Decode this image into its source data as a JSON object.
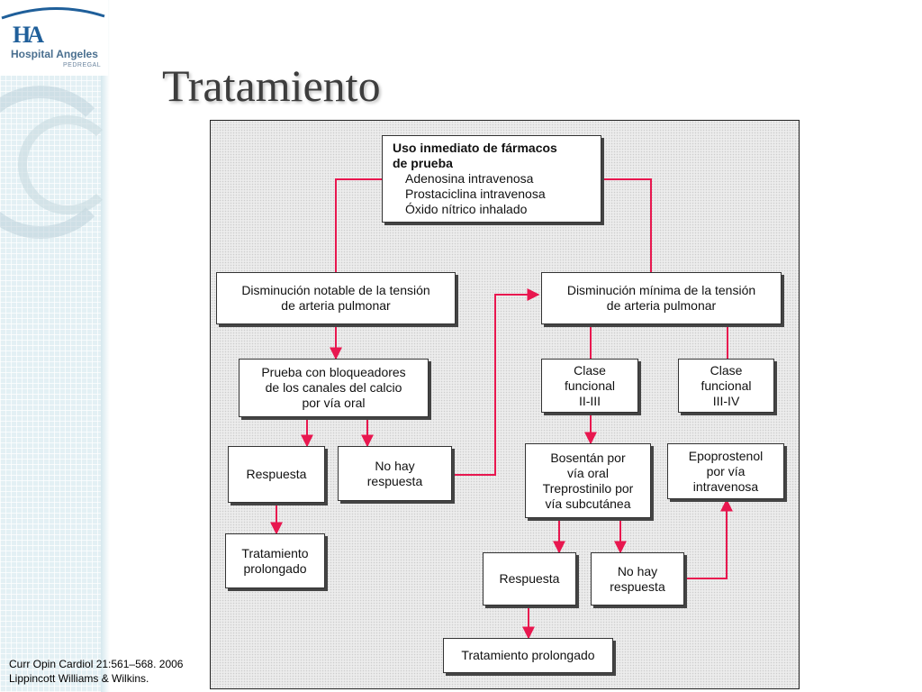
{
  "slide": {
    "title": "Tratamiento",
    "citation": {
      "line1": "Curr Opin Cardiol 21:561–568.  2006",
      "line2": "Lippincott Williams & Wilkins."
    },
    "logo": {
      "mark": "HA",
      "name": "Hospital Angeles",
      "sub": "PEDREGAL",
      "color": "#1f5f9a"
    }
  },
  "diagram": {
    "arrow_color": "#e8174f",
    "nodes": {
      "test_drugs": {
        "title1": "Uso inmediato de fármacos",
        "title2": "de prueba",
        "items": [
          "Adenosina intravenosa",
          "Prostaciclina intravenosa",
          "Óxido nítrico inhalado"
        ]
      },
      "notable_drop": [
        "Disminución notable de la tensión",
        "de arteria pulmonar"
      ],
      "minimal_drop": [
        "Disminución mínima de la tensión",
        "de arteria pulmonar"
      ],
      "calcium_test": [
        "Prueba con bloqueadores",
        "de los canales del calcio",
        "por vía oral"
      ],
      "response_left": [
        "Respuesta"
      ],
      "no_response_left": [
        "No hay",
        "respuesta"
      ],
      "long_treatment_left": [
        "Tratamiento",
        "prolongado"
      ],
      "class_2_3": [
        "Clase",
        "funcional",
        "II-III"
      ],
      "class_3_4": [
        "Clase",
        "funcional",
        "III-IV"
      ],
      "bosentan": [
        "Bosentán por",
        "vía oral",
        "Treprostinilo por",
        "vía subcutánea"
      ],
      "epoprostenol": [
        "Epoprostenol",
        "por vía",
        "intravenosa"
      ],
      "response_right": [
        "Respuesta"
      ],
      "no_response_right": [
        "No hay",
        "respuesta"
      ],
      "long_treatment_bottom": [
        "Tratamiento prolongado"
      ]
    }
  }
}
